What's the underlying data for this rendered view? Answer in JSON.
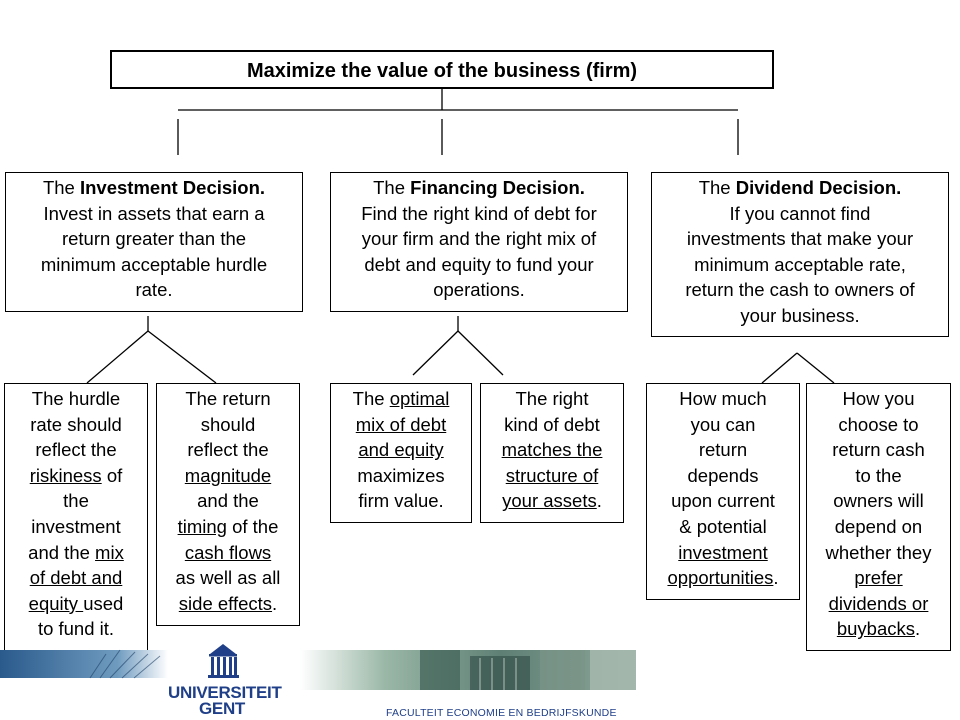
{
  "title": "Maximize the value of the business (firm)",
  "decisions": [
    {
      "prefix": "The ",
      "name": "Investment Decision.",
      "lines": [
        "Invest in assets that earn a",
        "return greater than the",
        "minimum  acceptable hurdle",
        "rate."
      ],
      "subs": [
        {
          "lines": [
            [
              {
                "t": "The hurdle"
              }
            ],
            [
              {
                "t": "rate should"
              }
            ],
            [
              {
                "t": "reflect the"
              }
            ],
            [
              {
                "t": "riskiness",
                "u": true
              },
              {
                "t": " of"
              }
            ],
            [
              {
                "t": "the"
              }
            ],
            [
              {
                "t": "investment"
              }
            ],
            [
              {
                "t": "and the "
              },
              {
                "t": "mix",
                "u": true
              }
            ],
            [
              {
                "t": "of debt and",
                "u": true
              }
            ],
            [
              {
                "t": "equity ",
                "u": true
              },
              {
                "t": "used"
              }
            ],
            [
              {
                "t": "to fund it."
              }
            ]
          ]
        },
        {
          "lines": [
            [
              {
                "t": "The return"
              }
            ],
            [
              {
                "t": "should"
              }
            ],
            [
              {
                "t": "reflect the"
              }
            ],
            [
              {
                "t": "magnitude",
                "u": true
              }
            ],
            [
              {
                "t": "and the"
              }
            ],
            [
              {
                "t": "timing",
                "u": true
              },
              {
                "t": " of the"
              }
            ],
            [
              {
                "t": "cash flows",
                "u": true
              }
            ],
            [
              {
                "t": "as well as all"
              }
            ],
            [
              {
                "t": "side effects",
                "u": true
              },
              {
                "t": "."
              }
            ]
          ]
        }
      ]
    },
    {
      "prefix": "The ",
      "name": "Financing Decision.",
      "lines": [
        "Find the right kind of debt for",
        "your firm and the right mix of",
        "debt and equity to fund your",
        "operations."
      ],
      "subs": [
        {
          "lines": [
            [
              {
                "t": "The "
              },
              {
                "t": "optimal",
                "u": true
              }
            ],
            [
              {
                "t": "mix of debt",
                "u": true
              }
            ],
            [
              {
                "t": "and equity",
                "u": true
              }
            ],
            [
              {
                "t": "maximizes"
              }
            ],
            [
              {
                "t": "firm value."
              }
            ]
          ]
        },
        {
          "lines": [
            [
              {
                "t": "The right"
              }
            ],
            [
              {
                "t": "kind of debt"
              }
            ],
            [
              {
                "t": "matches the",
                "u": true
              }
            ],
            [
              {
                "t": "structure of",
                "u": true
              }
            ],
            [
              {
                "t": "your assets",
                "u": true
              },
              {
                "t": "."
              }
            ]
          ]
        }
      ]
    },
    {
      "prefix": "The ",
      "name": "Dividend Decision.",
      "lines": [
        "If you cannot find",
        "investments that make your",
        "minimum  acceptable rate,",
        "return the cash to owners of",
        "your business."
      ],
      "subs": [
        {
          "lines": [
            [
              {
                "t": "How much"
              }
            ],
            [
              {
                "t": "you can"
              }
            ],
            [
              {
                "t": "return"
              }
            ],
            [
              {
                "t": "depends"
              }
            ],
            [
              {
                "t": "upon current"
              }
            ],
            [
              {
                "t": "& potential"
              }
            ],
            [
              {
                "t": "investment",
                "u": true
              }
            ],
            [
              {
                "t": "opportunities",
                "u": true
              },
              {
                "t": "."
              }
            ]
          ]
        },
        {
          "lines": [
            [
              {
                "t": "How you"
              }
            ],
            [
              {
                "t": "choose to"
              }
            ],
            [
              {
                "t": "return cash"
              }
            ],
            [
              {
                "t": "to the"
              }
            ],
            [
              {
                "t": "owners will"
              }
            ],
            [
              {
                "t": "depend on"
              }
            ],
            [
              {
                "t": "whether they"
              }
            ],
            [
              {
                "t": "prefer",
                "u": true
              }
            ],
            [
              {
                "t": "dividends or",
                "u": true
              }
            ],
            [
              {
                "t": "buybacks",
                "u": true
              },
              {
                "t": "."
              }
            ]
          ]
        }
      ]
    }
  ],
  "footer": {
    "logo_line1": "UNIVERSITEIT",
    "logo_line2": "GENT",
    "faculty": "FACULTEIT ECONOMIE EN BEDRIJFSKUNDE",
    "brand_color": "#1f3f88"
  }
}
